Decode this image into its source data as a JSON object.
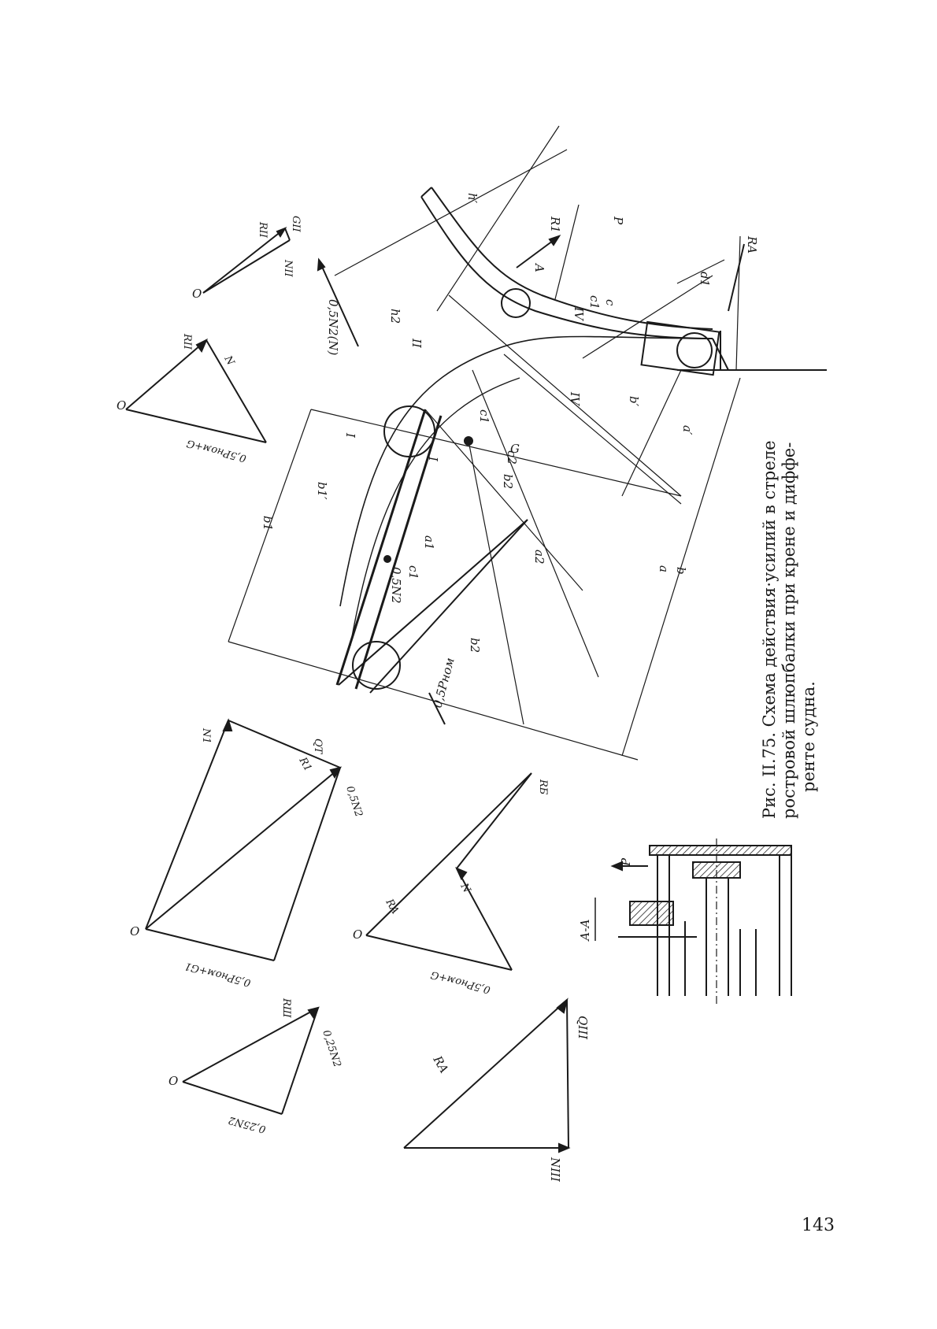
{
  "caption": {
    "line1": "Рис. II.75. Схема действия·усилий в стреле",
    "line2": "ростровой шлюпбалки при крене и диффе-",
    "line3": "ренте судна."
  },
  "page_number": "143",
  "section_label": "А-А",
  "labels": {
    "a": "a",
    "a_prime": "a′",
    "a1": "a1",
    "a2": "a2",
    "b": "b",
    "b1": "b1",
    "b2": "b2",
    "b_prime": "b′",
    "b1_prime": "b1′",
    "c": "c",
    "c1": "c1",
    "c2": "c2",
    "h2": "h2",
    "h_prime": "h′",
    "d1": "d1",
    "roman_I": "I",
    "roman_II": "II",
    "roman_IV": "IV",
    "A": "A",
    "G": "G",
    "P": "P",
    "R1": "R1",
    "R_A": "RA",
    "half_N2": "0,5N2",
    "half_N2_N": "0,5N2(N)",
    "half_P_nom": "0,5Pном"
  },
  "force_triangles": {
    "t1": {
      "o": "O",
      "side1": "0,5Pном+G",
      "side2": "N",
      "side3": "RII"
    },
    "t2": {
      "o": "O",
      "side1": "RII",
      "side2": "NII",
      "side3": "GII"
    },
    "t3": {
      "o": "O",
      "side1": "0,5Pном+G1",
      "side2": "N1",
      "side3": "QT",
      "side4": "R1",
      "side5": "0,5N2"
    },
    "t4": {
      "o": "O",
      "side1": "0,5Pном+G",
      "side2": "N",
      "side3": "RБ",
      "side4": "RA"
    },
    "t5": {
      "o": "O",
      "side1": "RШ",
      "side2": "0,25N2",
      "side3": "0,25N2"
    },
    "t6": {
      "side1": "RA",
      "side2": "QIII",
      "side3": "NIII"
    }
  }
}
